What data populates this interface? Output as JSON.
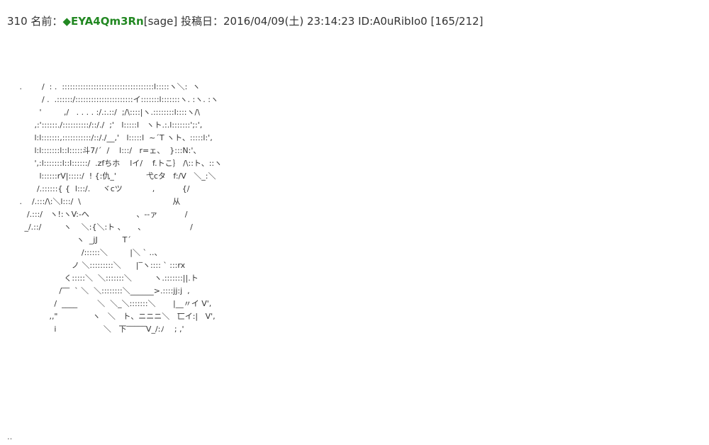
{
  "post": {
    "number": "310",
    "name_label": "名前：",
    "trip": "◆EYA4Qm3Rn",
    "mail": "[sage]",
    "date_label": "投稿日：",
    "date": "2016/04/09(土) 23:14:23",
    "id": "ID:A0uRibIo0",
    "count": "[165/212]"
  },
  "body": {
    "aa_lines": [
      "",
      "",
      "",
      "     .        /  : .  :::::::::::::::::::::::::::::::::::l:::::ヽ＼:  ヽ",
      "              / .  .::::::/::::::::::::::::::::::イ:::::::l:::::::ヽ. :ヽ. :ヽ",
      "             '         ,/   . . . . :/.:.::/  ;/\\::::|ヽ.::::::::l::::ヽ/\\",
      "           ,:'::::::./::::::::::/::/./  ;'   l:::::l   ヽト.:.l:::::::';:',",
      "           l:l:::::::,:::::::::::/::/./__,'   l:::::l  ~´T ヽト、:::::l:',",
      "           l:l:::::::l::l:::::斗7/´  /    l:::/   r=ェ、  }:::N:'、",
      "           ',:l:::::::l::l::::::/  .zfちホ    lイ/    f.トこ｝ /\\::ト、::ヽ",
      "             l::::::rV|:::::/  ! {:仇_'            弋cタ   f:/V   ＼_:＼",
      "            /.::::::{ {  l:::/.     ヾcツ            ,           {/",
      "     .    /.:::/\\:＼l:::/  \\                                     从",
      "        /.:::/   ヽ!:ヽV:-へ                   、--ァ           /",
      "       _/.::/         ヽ    ＼:{＼:ト 、     、                  /",
      "                            ヽ  _jJ          T´",
      "                              /::::::＼         |＼ ` ..、",
      "                          ノ ＼:::::::::＼      |‾ヽ:::: ` :::rx",
      "                       く:::::＼  ＼:::::::＼         ヽ.:::::::||.ト",
      "                     /‾‾  ` ＼  ＼::::::::＼______>.::::jj:j  ,",
      "                   /  ____        ＼  ＼_＼:::::::＼       |__〃イ V',",
      "                 ,,\"              ヽ   ＼   ト、ニニニ＼   匸イ:|   V',",
      "                   i                   ＼   下‾‾‾‾‾V_/:ﾉ    ; ,'"
    ]
  },
  "footer": {
    "mark": "‥"
  }
}
